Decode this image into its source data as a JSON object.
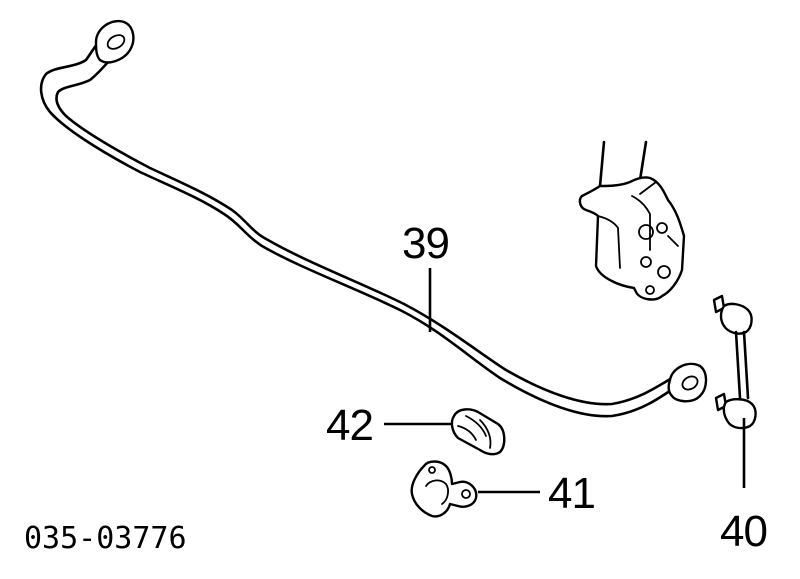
{
  "callouts": {
    "stabilizer_bar": "39",
    "stabilizer_link": "40",
    "bushing_clamp": "41",
    "bushing": "42"
  },
  "diagram_code": "035-03776"
}
